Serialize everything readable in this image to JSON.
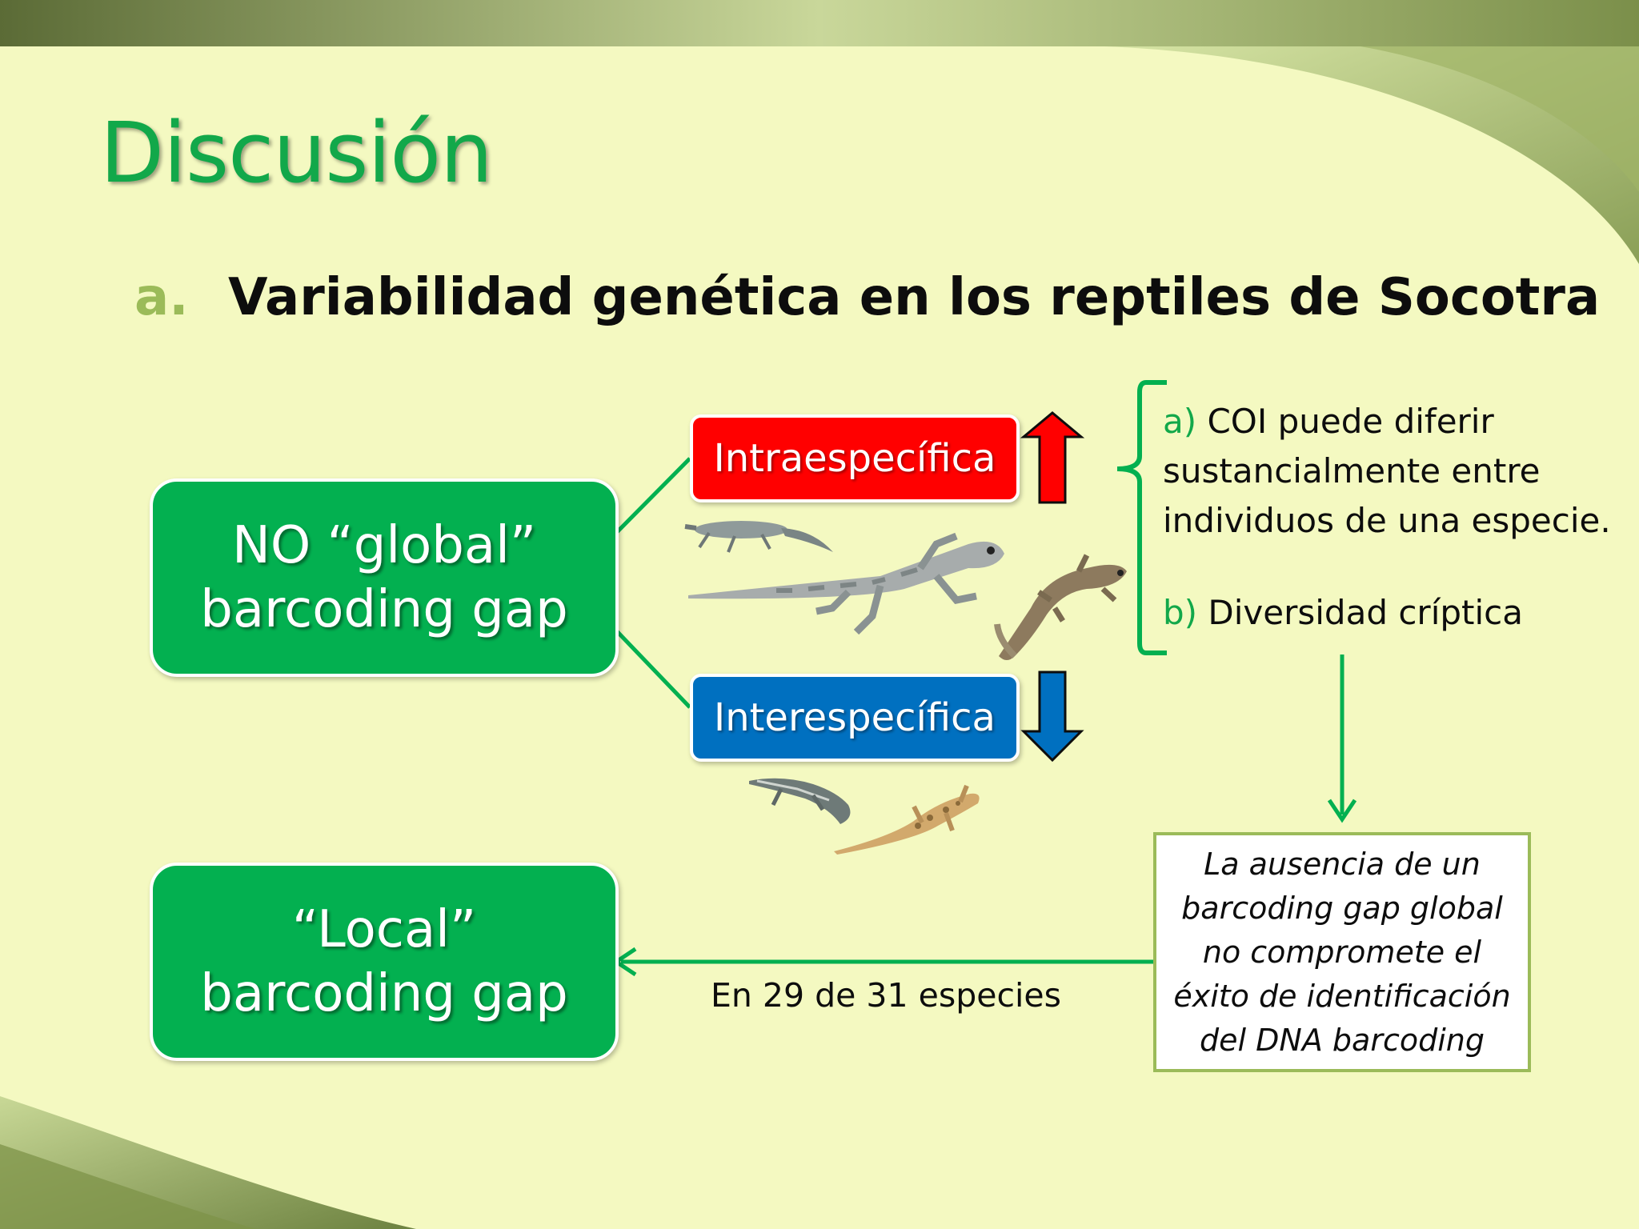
{
  "slide": {
    "title": "Discusión",
    "subtitle_marker": "a.",
    "subtitle": "Variabilidad genética en los reptiles de Socotra"
  },
  "boxes": {
    "no_global_line1": "NO “global”",
    "no_global_line2": "barcoding gap",
    "local_line1": "“Local”",
    "local_line2": "barcoding gap"
  },
  "variability": {
    "intra": "Intraespecífica",
    "inter": "Interespecífica",
    "intra_trend": "up-arrow",
    "inter_trend": "down-arrow"
  },
  "explanations": {
    "a_marker": "a)",
    "a_line1": "COI puede diferir",
    "a_line2": "sustancialmente entre",
    "a_line3": "individuos de una especie.",
    "b_marker": "b)",
    "b_text": "Diversidad críptica"
  },
  "conclusion": {
    "line1": "La ausencia de un",
    "line2": "barcoding gap global",
    "line3": "no compromete el",
    "line4": "éxito de identificación",
    "line5": "del DNA barcoding"
  },
  "caption": "En 29 de 31 especies",
  "colors": {
    "green": "#03b050",
    "red": "#ff0000",
    "blue": "#0070c0",
    "title_green": "#12a84a",
    "accent": "#9bbb59",
    "background": "#f4f9c1"
  },
  "icons": [
    "lizard-gray-small",
    "gecko-gray-large",
    "gecko-brown",
    "lizard-striped",
    "lizard-spotted-tan"
  ]
}
